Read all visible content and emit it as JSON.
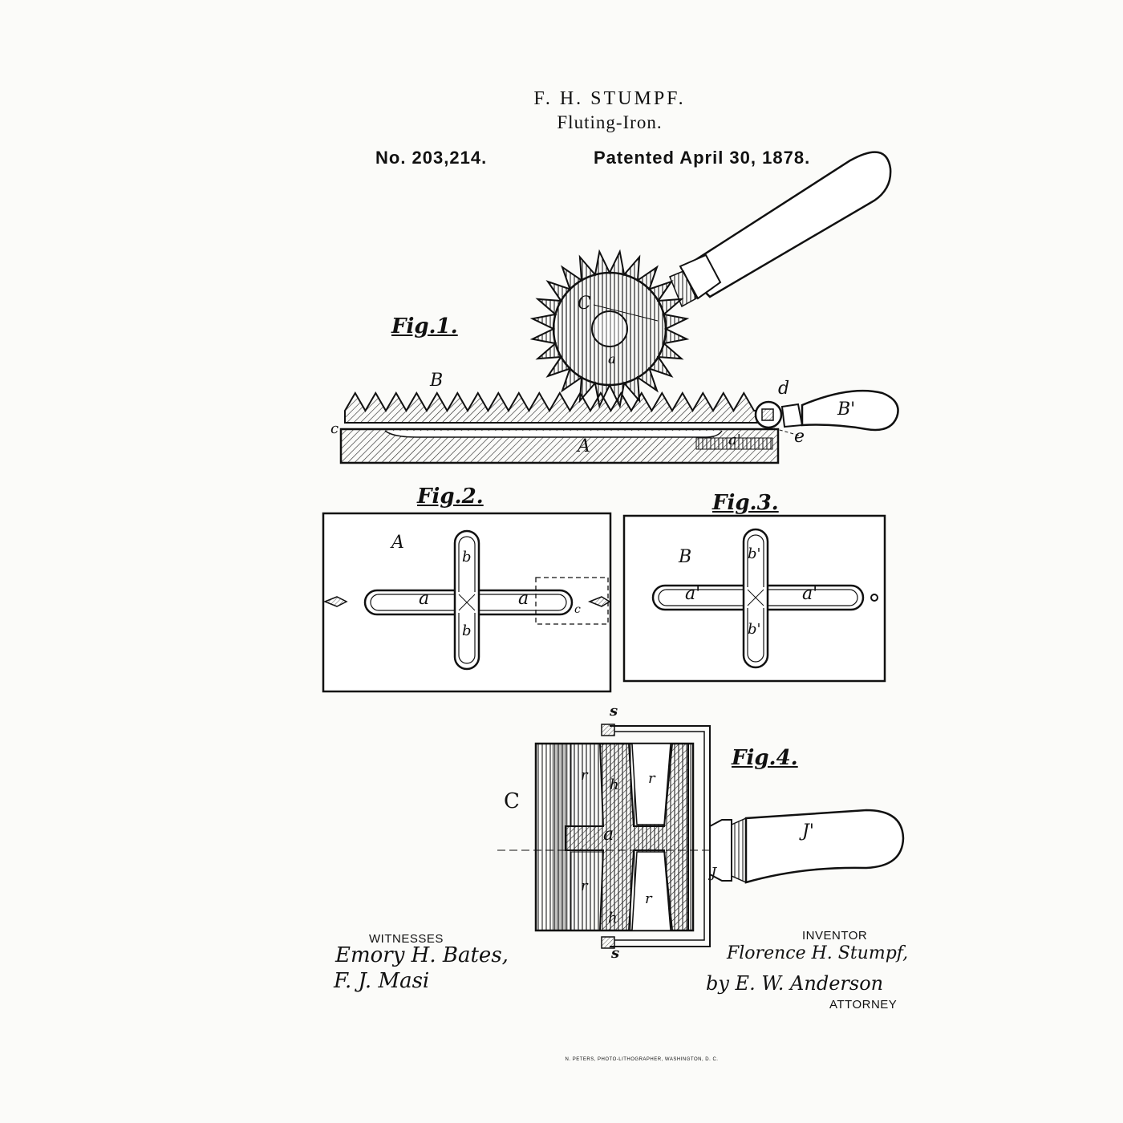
{
  "header": {
    "inventor": "F. H. STUMPF.",
    "title": "Fluting-Iron.",
    "patent_number": "No. 203,214.",
    "patent_date": "Patented April 30, 1878."
  },
  "figures": {
    "fig1": {
      "label": "Fig.1.",
      "refs": {
        "B": "B",
        "A": "A",
        "a": "a",
        "a_prime": "a'",
        "c": "c",
        "d": "d",
        "e": "e",
        "B_prime": "B'",
        "C": "C"
      }
    },
    "fig2": {
      "label": "Fig.2.",
      "refs": {
        "A": "A",
        "a_left": "a",
        "a_right": "a",
        "b_top": "b",
        "b_bottom": "b",
        "c": "c"
      }
    },
    "fig3": {
      "label": "Fig.3.",
      "refs": {
        "B": "B",
        "a_left": "a'",
        "a_right": "a'",
        "b_top": "b'",
        "b_bottom": "b'"
      }
    },
    "fig4": {
      "label": "Fig.4.",
      "refs": {
        "C": "C",
        "J_prime": "J'",
        "J": "J",
        "s_top": "s",
        "s_bottom": "s",
        "r1": "r",
        "r2": "r",
        "r3": "r",
        "r4": "r",
        "h_top": "h",
        "h_bottom": "h",
        "a": "a"
      }
    }
  },
  "signatures": {
    "witnesses_label": "WITNESSES",
    "witness1": "Emory H. Bates,",
    "witness2": "F. J. Masi",
    "inventor_label": "INVENTOR",
    "inventor_signature": "Florence H. Stumpf,",
    "attorney_signature": "by E. W. Anderson",
    "attorney_label": "ATTORNEY"
  },
  "footer": "N. PETERS, PHOTO-LITHOGRAPHER, WASHINGTON, D. C."
}
